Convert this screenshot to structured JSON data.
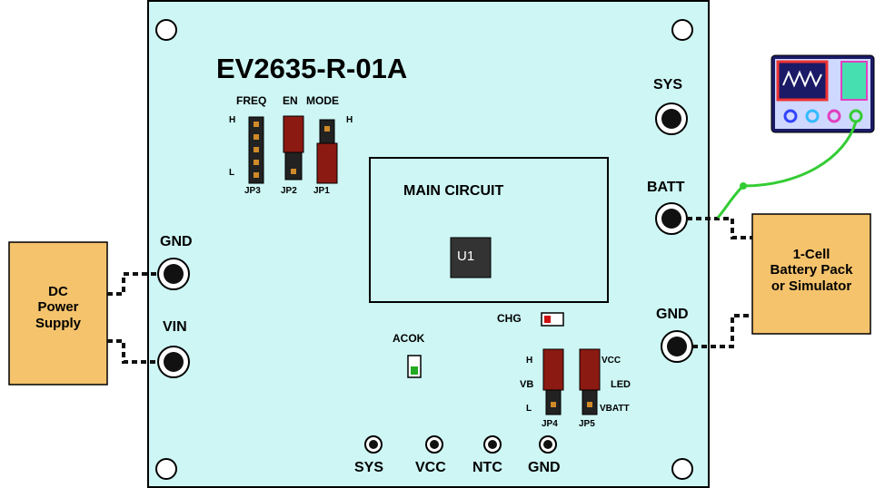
{
  "board": {
    "title": "EV2635-R-01A",
    "colors": {
      "board": "#cdf6f4",
      "box": "#f5c36c",
      "jumper": "#8b1a12",
      "probe": "#33cc33"
    }
  },
  "jumpers": {
    "group_labels": {
      "freq": "FREQ",
      "en": "EN",
      "mode": "MODE"
    },
    "h_top": "H",
    "l_top": "L",
    "h_mode": "H",
    "jp3": "JP3",
    "jp2": "JP2",
    "jp1": "JP1",
    "h_bottom": "H",
    "vb": "VB",
    "l_bottom": "L",
    "vcc_right": "VCC",
    "led": "LED",
    "vbatt": "VBATT",
    "jp4": "JP4",
    "jp5": "JP5"
  },
  "main_circuit": {
    "label": "MAIN CIRCUIT",
    "chip": "U1"
  },
  "indicators": {
    "chg": "CHG",
    "acok": "ACOK"
  },
  "terminals": {
    "sys": "SYS",
    "batt": "BATT",
    "gnd_right": "GND",
    "gnd_left": "GND",
    "vin": "VIN"
  },
  "test_points": [
    "SYS",
    "VCC",
    "NTC",
    "GND"
  ],
  "external": {
    "dc_supply": [
      "DC",
      "Power",
      "Supply"
    ],
    "battery": [
      "1-Cell",
      "Battery Pack",
      "or Simulator"
    ]
  }
}
